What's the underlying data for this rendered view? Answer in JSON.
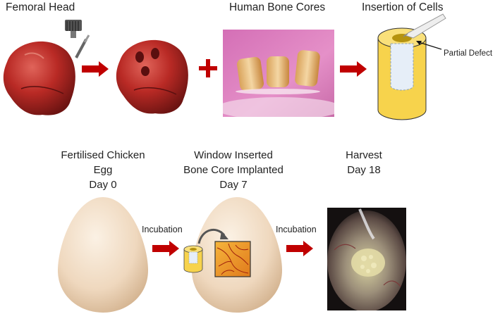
{
  "top_row": {
    "femoral_head_label": "Femoral Head",
    "bone_cores_label": "Human Bone Cores",
    "insertion_label": "Insertion of Cells",
    "partial_defect_label": "Partial Defect"
  },
  "bottom_row": {
    "day0": {
      "line1": "Fertilised Chicken",
      "line2": "Egg",
      "line3": "Day 0"
    },
    "day7": {
      "line1": "Window Inserted",
      "line2": "Bone Core Implanted",
      "line3": "Day 7"
    },
    "day18": {
      "line1": "Harvest",
      "line2": "Day 18"
    },
    "incubation_1": "Incubation",
    "incubation_2": "Incubation"
  },
  "colors": {
    "arrow_red": "#c00000",
    "core_yellow": "#f7d34c",
    "egg_shell": "#f1dcc4"
  }
}
